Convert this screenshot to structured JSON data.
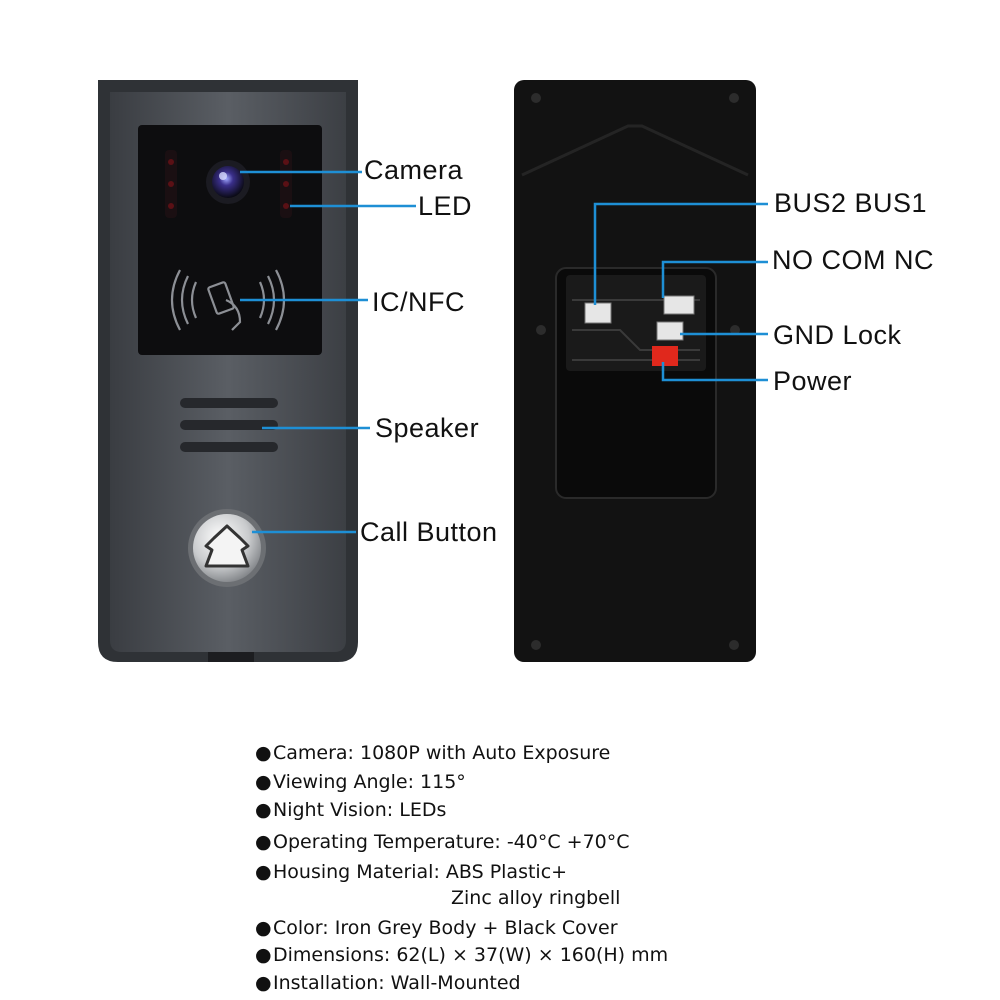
{
  "callouts": {
    "camera": "Camera",
    "led": "LED",
    "ic_nfc": "IC/NFC",
    "speaker": "Speaker",
    "call_button": "Call Button",
    "bus": "BUS2 BUS1",
    "no_com_nc": "NO COM NC",
    "gnd_lock": "GND Lock",
    "power": "Power"
  },
  "specs": [
    {
      "text": "Camera: 1080P with Auto Exposure"
    },
    {
      "text": "Viewing Angle: 115°"
    },
    {
      "text": "Night Vision: LEDs"
    },
    {
      "text": "Operating Temperature: -40°C +70°C"
    },
    {
      "text": "Housing Material: ABS Plastic+",
      "cont": "Zinc alloy ringbell"
    },
    {
      "text": "Color: Iron Grey Body + Black Cover"
    },
    {
      "text": "Dimensions: 62(L) × 37(W) × 160(H) mm"
    },
    {
      "text": "Installation: Wall-Mounted"
    }
  ],
  "colors": {
    "leader_line": "#1e8fd5",
    "front_body": "#4a4d52",
    "rear_cover": "#111111",
    "power_connector": "#e0281c"
  }
}
